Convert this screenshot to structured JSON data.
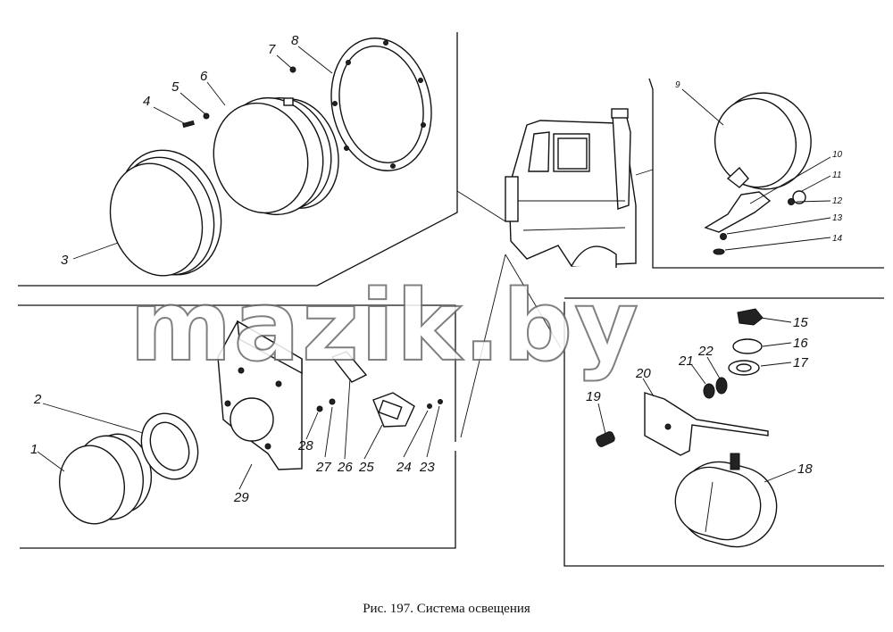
{
  "figure": {
    "caption": "Рис. 197. Система освещения",
    "watermark": "mazik.by",
    "callouts": {
      "c1": "1",
      "c2": "2",
      "c3": "3",
      "c4": "4",
      "c5": "5",
      "c6": "6",
      "c7": "7",
      "c8": "8",
      "c9": "9",
      "c10": "10",
      "c11": "11",
      "c12": "12",
      "c13": "13",
      "c14": "14",
      "c15": "15",
      "c16": "16",
      "c17": "17",
      "c18": "18",
      "c19": "19",
      "c20": "20",
      "c21": "21",
      "c22": "22",
      "c23": "23",
      "c24": "24",
      "c25": "25",
      "c26": "26",
      "c27": "27",
      "c28": "28",
      "c29": "29"
    }
  }
}
